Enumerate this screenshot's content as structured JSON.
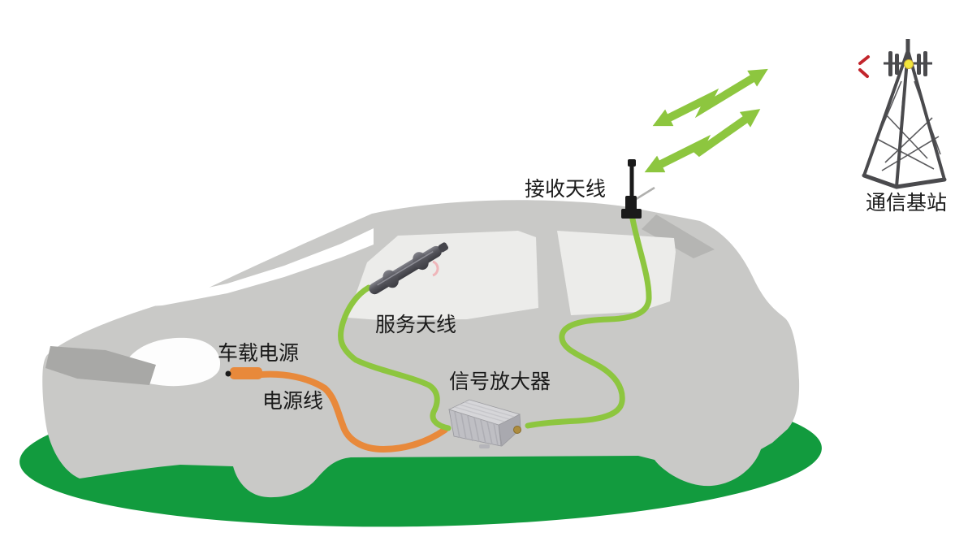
{
  "diagram": {
    "kind": "car-signal-booster-installation",
    "background": "#FFFFFF"
  },
  "labels": {
    "receiving_antenna": "接收天线",
    "base_station": "通信基站",
    "service_antenna": "服务天线",
    "amplifier": "信号放大器",
    "vehicle_power": "车载电源",
    "power_cable": "电源线"
  },
  "colors": {
    "cable_green": "#8DC63F",
    "arrow_green": "#8DC63F",
    "ground_green": "#129B3E",
    "cable_orange": "#E8893B",
    "car_body_gray": "#C9C9C7",
    "window_gray": "#ECECEA",
    "pillar_shade_gray": "#B5B5B3",
    "front_shade_gray": "#A8A8A6",
    "antenna_black": "#1A1A1A",
    "device_silver": "#C2C2C7",
    "connector_brass": "#AD8C3E",
    "tower_gray": "#4A4A4D",
    "beacon_yellow": "#F2E63D",
    "signal_red": "#C2252C",
    "label_text": "#1A1A1A"
  }
}
